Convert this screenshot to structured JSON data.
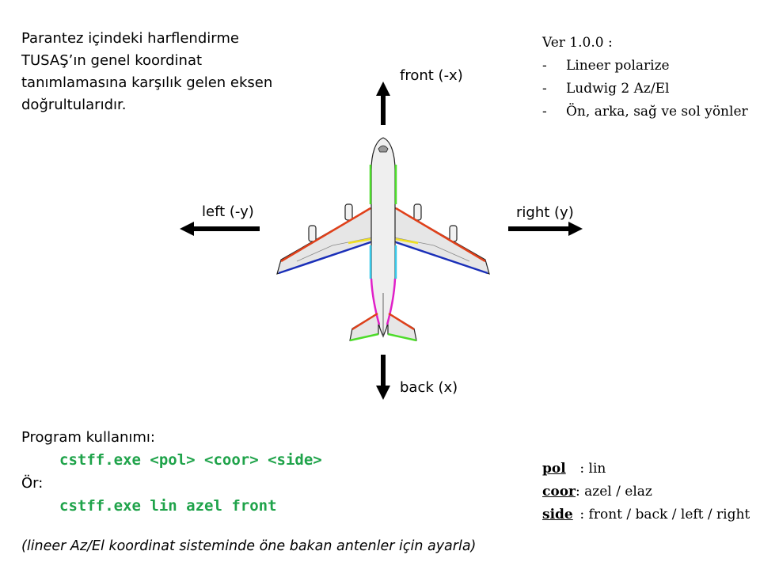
{
  "intro_lines": [
    "Parantez içindeki harflendirme",
    "TUSAŞ’ın genel koordinat",
    "tanımlamasına karşılık gelen eksen",
    "doğrultularıdır."
  ],
  "version": {
    "title": "Ver 1.0.0 :",
    "items": [
      "Lineer polarize",
      "Ludwig 2 Az/El",
      "Ön, arka, sağ ve sol yönler"
    ]
  },
  "directions": {
    "front": "front (-x)",
    "back": "back (x)",
    "left": "left (-y)",
    "right": "right (y)"
  },
  "usage": {
    "heading": "Program kullanımı:",
    "syntax": "cstff.exe <pol> <coor> <side>",
    "example_label": "Ör:",
    "example": "cstff.exe lin azel front"
  },
  "params": [
    {
      "key": "pol",
      "value": " : lin"
    },
    {
      "key": "coor",
      "value": ": azel / elaz"
    },
    {
      "key": "side",
      "value": " : front / back / left / right"
    }
  ],
  "footnote": "(lineer Az/El koordinat sisteminde öne bakan antenler için ayarla)",
  "colors": {
    "code_green": "#1fa34a",
    "leading_edge": "#e0401a",
    "trailing_edge": "#1a2fb8",
    "fuselage_front": "#4ddc2a",
    "fuselage_mid": "#38c8e8",
    "fuselage_rear": "#e020c8",
    "flap": "#f0e020"
  },
  "icons": {
    "aircraft": "airplane-top-view",
    "arrows": [
      "arrow-up",
      "arrow-down",
      "arrow-left",
      "arrow-right"
    ]
  }
}
